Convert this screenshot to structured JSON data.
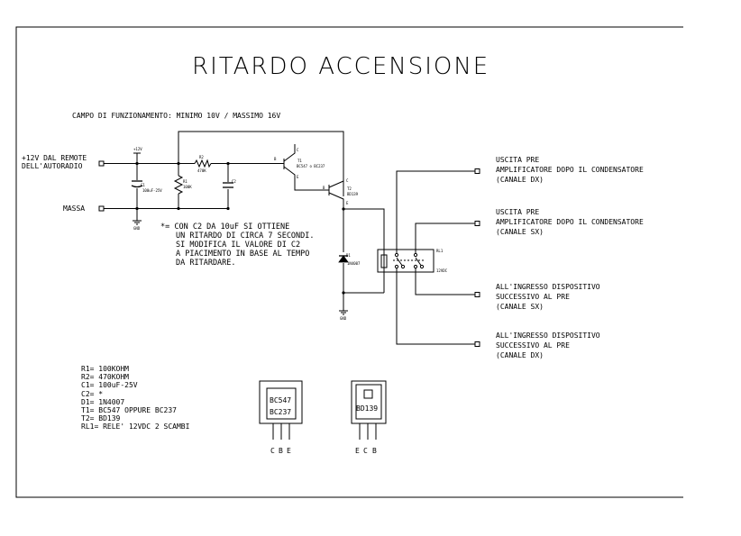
{
  "title": "RITARDO ACCENSIONE",
  "operating_range": "CAMPO DI FUNZIONAMENTO: MINIMO 10V / MASSIMO 16V",
  "inputs": {
    "remote": [
      "+12V DAL REMOTE",
      "DELL'AUTORADIO"
    ],
    "ground": "MASSA"
  },
  "outputs": [
    [
      "USCITA PRE",
      "AMPLIFICATORE DOPO IL CONDENSATORE",
      "(CANALE DX)"
    ],
    [
      "USCITA PRE",
      "AMPLIFICATORE DOPO IL CONDENSATORE",
      "(CANALE SX)"
    ],
    [
      "ALL'INGRESSO DISPOSITIVO",
      "SUCCESSIVO AL PRE",
      "(CANALE SX)"
    ],
    [
      "ALL'INGRESSO DISPOSITIVO",
      "SUCCESSIVO AL PRE",
      "(CANALE DX)"
    ]
  ],
  "note": [
    "*= CON C2 DA 10uF SI OTTIENE",
    "UN RITARDO DI CIRCA 7 SECONDI.",
    "SI MODIFICA IL VALORE DI C2",
    "A PIACIMENTO IN BASE AL TEMPO",
    "DA RITARDARE."
  ],
  "parts_list": [
    "R1= 100KOHM",
    "R2= 470KOHM",
    "C1= 100uF-25V",
    "C2= *",
    "D1= 1N4007",
    "T1= BC547 OPPURE BC237",
    "T2= BD139",
    "RL1= RELE' 12VDC 2 SCAMBI"
  ],
  "schematic_labels": {
    "vin": "+12V",
    "gnd1": "GND",
    "gnd2": "GND",
    "r1": "R1",
    "r1_val": "100K",
    "r2": "R2",
    "r2_val": "470K",
    "c1": "C1",
    "c1_val": "100uF-25V",
    "c2": "C2",
    "t1": "T1",
    "t1_val": "BC547 o BC237",
    "t2": "T2",
    "t2_val": "BD139",
    "d1": "D1",
    "d1_val": "1N4007",
    "rl1": "RL1",
    "rl1_val": "12VDC",
    "pin_c": "C",
    "pin_b": "B",
    "pin_e": "E"
  },
  "package_small": {
    "lines": [
      "BC547",
      "BC237"
    ],
    "pins": [
      "C",
      "B",
      "E"
    ]
  },
  "package_power": {
    "label": "BD139",
    "pins": [
      "E",
      "C",
      "B"
    ]
  }
}
